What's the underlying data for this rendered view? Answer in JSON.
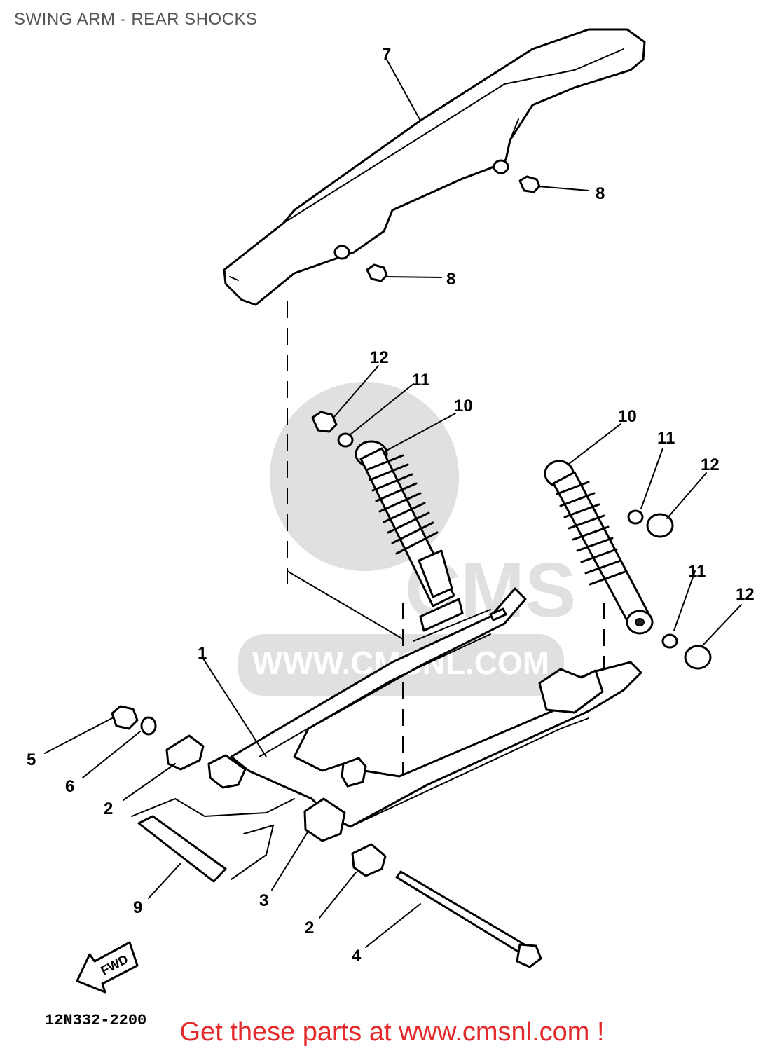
{
  "title": "SWING ARM - REAR SHOCKS",
  "diagram_code": "12N332-2200",
  "fwd_label": "FWD",
  "watermark": {
    "text": "WWW.CMSNL.COM",
    "logo": "CMS"
  },
  "footer": "Get these parts at www.cmsnl.com !",
  "callouts": {
    "c7": "7",
    "c8a": "8",
    "c8b": "8",
    "c12a": "12",
    "c11a": "11",
    "c10a": "10",
    "c10b": "10",
    "c11b": "11",
    "c12b": "12",
    "c11c": "11",
    "c12c": "12",
    "c1": "1",
    "c5": "5",
    "c6": "6",
    "c2a": "2",
    "c9": "9",
    "c3": "3",
    "c2b": "2",
    "c4": "4"
  },
  "colors": {
    "footer": "#e32b2b",
    "title": "#555555",
    "watermark": "#e0e0e0"
  }
}
